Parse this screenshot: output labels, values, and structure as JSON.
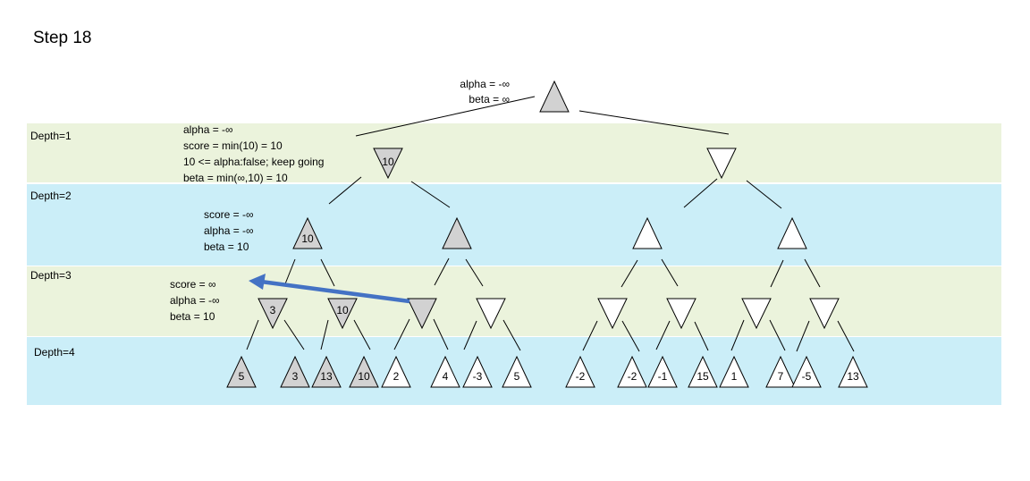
{
  "title": "Step 18",
  "colors": {
    "band_green": "#ebf3dc",
    "band_blue": "#cbeef8",
    "visited_fill": "#d2d2d2",
    "unvisited_fill": "#ffffff",
    "edge": "#000000",
    "arrow": "#4472c4"
  },
  "depth_labels": [
    "Depth=1",
    "Depth=2",
    "Depth=3",
    "Depth=4"
  ],
  "root_annotation": [
    "alpha = -∞",
    "beta = ∞"
  ],
  "depth1_annotation": [
    "alpha = -∞",
    "score = min(10) = 10",
    "10 <= alpha:false; keep going",
    "beta = min(∞,10) = 10"
  ],
  "depth2_annotation": [
    "score = -∞",
    "alpha = -∞",
    "beta = 10"
  ],
  "depth3_annotation": [
    "score = ∞",
    "alpha = -∞",
    "beta = 10"
  ],
  "tree": {
    "root": {
      "type": "max",
      "visited": true,
      "value": ""
    },
    "depth1": [
      {
        "type": "min",
        "visited": true,
        "value": "10"
      },
      {
        "type": "min",
        "visited": false,
        "value": ""
      }
    ],
    "depth2": [
      {
        "type": "max",
        "visited": true,
        "value": "10"
      },
      {
        "type": "max",
        "visited": true,
        "value": ""
      },
      {
        "type": "max",
        "visited": false,
        "value": ""
      },
      {
        "type": "max",
        "visited": false,
        "value": ""
      }
    ],
    "depth3": [
      {
        "type": "min",
        "visited": true,
        "value": "3"
      },
      {
        "type": "min",
        "visited": true,
        "value": "10"
      },
      {
        "type": "min",
        "visited": true,
        "value": ""
      },
      {
        "type": "min",
        "visited": false,
        "value": ""
      },
      {
        "type": "min",
        "visited": false,
        "value": ""
      },
      {
        "type": "min",
        "visited": false,
        "value": ""
      },
      {
        "type": "min",
        "visited": false,
        "value": ""
      },
      {
        "type": "min",
        "visited": false,
        "value": ""
      }
    ],
    "leaves": [
      {
        "value": "5",
        "visited": true
      },
      {
        "value": "3",
        "visited": true
      },
      {
        "value": "13",
        "visited": true
      },
      {
        "value": "10",
        "visited": true
      },
      {
        "value": "2",
        "visited": false
      },
      {
        "value": "4",
        "visited": false
      },
      {
        "value": "-3",
        "visited": false
      },
      {
        "value": "5",
        "visited": false
      },
      {
        "value": "-2",
        "visited": false
      },
      {
        "value": "-2",
        "visited": false
      },
      {
        "value": "-1",
        "visited": false
      },
      {
        "value": "15",
        "visited": false
      },
      {
        "value": "1",
        "visited": false
      },
      {
        "value": "7",
        "visited": false
      },
      {
        "value": "-5",
        "visited": false
      },
      {
        "value": "13",
        "visited": false
      }
    ]
  }
}
